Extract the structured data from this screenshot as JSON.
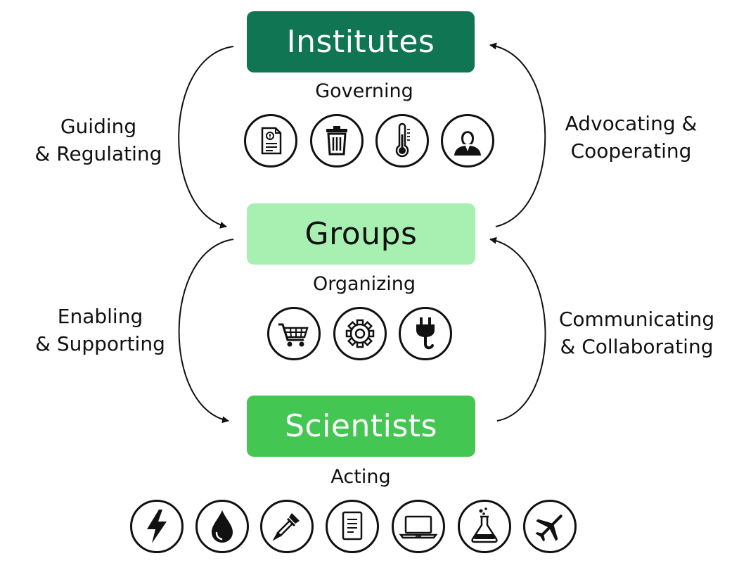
{
  "nodes": {
    "institutes": "Institutes",
    "groups": "Groups",
    "scientists": "Scientists"
  },
  "roles": {
    "governing": "Governing",
    "organizing": "Organizing",
    "acting": "Acting"
  },
  "relations": {
    "guiding": [
      "Guiding",
      "& Regulating"
    ],
    "advocating": [
      "Advocating &",
      "Cooperating"
    ],
    "enabling": [
      "Enabling",
      "& Supporting"
    ],
    "communicating": [
      "Communicating",
      "& Collaborating"
    ]
  },
  "colors": {
    "institutes": "#0f7552",
    "groups": "#a8f0b2",
    "scientists": "#44c653"
  },
  "icons": {
    "governing": [
      "policy-document-icon",
      "trash-bin-icon",
      "thermometer-icon",
      "official-person-icon"
    ],
    "organizing": [
      "shopping-cart-icon",
      "gear-icon",
      "power-plug-icon"
    ],
    "acting": [
      "lightning-icon",
      "water-drop-icon",
      "pipette-icon",
      "paper-document-icon",
      "laptop-icon",
      "lab-flask-icon",
      "airplane-icon"
    ]
  }
}
